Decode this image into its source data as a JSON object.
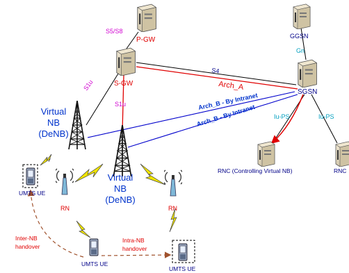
{
  "nodes": {
    "pgw": "P-GW",
    "sgw": "S-GW",
    "ggsn": "GGSN",
    "sgsn": "SGSN",
    "vnb_left": [
      "Virtual",
      "NB",
      "(DeNB)"
    ],
    "vnb_center": [
      "Virtual",
      "NB",
      "(DeNB)"
    ],
    "rn_left": "RN",
    "rn_right": "RN",
    "rnc_controlling": "RNC (Controlling Virtual NB)",
    "rnc_right": "RNC",
    "ue_left": "UMTS UE",
    "ue_bottom": "UMTS UE",
    "ue_right": "UMTS UE"
  },
  "links": {
    "s5s8": "S5/S8",
    "s1u_left": "S1u",
    "s1u_center": "S1u",
    "s4": "S4",
    "arch_a": "Arch_A",
    "arch_b_upper": "Arch_B  -  By Intranet",
    "arch_b_lower": "Arch_B  -  By Intranet",
    "gn": "Gn",
    "iups_left": "Iu-PS",
    "iups_right": "Iu-PS",
    "inter_nb": [
      "Inter-NB",
      "handover"
    ],
    "intra_nb": [
      "Intra-NB",
      "handover"
    ]
  },
  "colors": {
    "black_link": "#000000",
    "red_link": "#e00000",
    "blue_link": "#0000cc",
    "handover": "#a0522d",
    "lightning": "#f2e600"
  }
}
